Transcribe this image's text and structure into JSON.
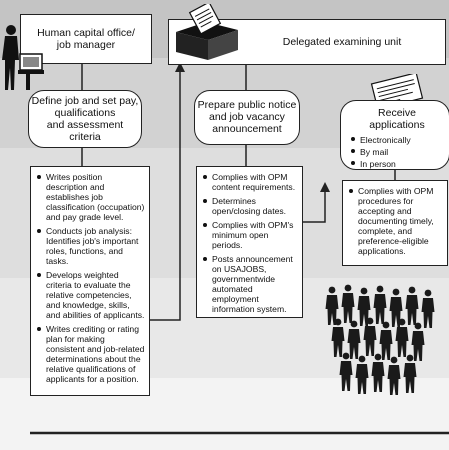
{
  "headers": {
    "hr_office": "Human capital office/\njob manager",
    "deu": "Delegated examining unit"
  },
  "steps": [
    {
      "title": "Define job and set pay,\nqualifications\nand assessment\ncriteria",
      "details": [
        "Writes position description and establishes job classification (occupation) and pay grade level.",
        "Conducts job analysis: Identifies job's important roles, functions, and tasks.",
        "Develops weighted criteria to evaluate the relative competencies, and knowledge, skills, and abilities of applicants.",
        "Writes crediting or rating plan for making consistent and job-related determinations about the relative qualifications of applicants for a position."
      ]
    },
    {
      "title": "Prepare public notice\nand job vacancy\nannouncement",
      "details": [
        "Complies with OPM content requirements.",
        "Determines open/closing dates.",
        "Complies with OPM's minimum open periods.",
        "Posts announcement on USAJOBS, governmentwide automated employment information system."
      ]
    },
    {
      "title": "Receive applications",
      "methods": [
        "Electronically",
        "By mail",
        "In person"
      ],
      "details": [
        "Complies with OPM procedures for accepting and documenting timely, complete, and preference-eligible applications."
      ]
    }
  ],
  "colors": {
    "band_dark": "#c8c8c8",
    "band_mid": "#dcdcdc",
    "band_light": "#ebebeb"
  },
  "icons": [
    "worker-at-computer-icon",
    "ballot-box-icon",
    "application-form-icon",
    "applicant-crowd-icon"
  ]
}
